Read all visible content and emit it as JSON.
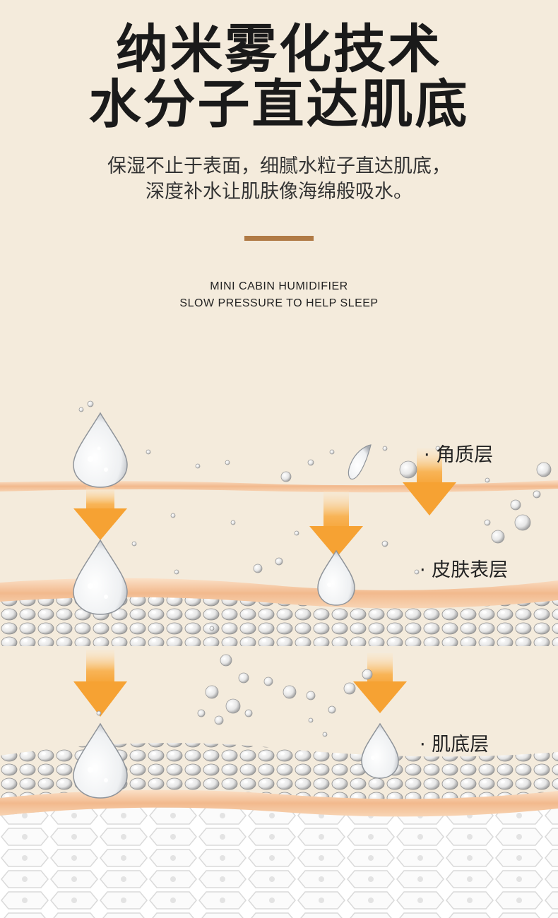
{
  "headline": {
    "line1": "纳米雾化技术",
    "line2": "水分子直达肌底"
  },
  "subtitle": {
    "line1": "保湿不止于表面，细腻水粒子直达肌底，",
    "line2": "深度补水让肌肤像海绵般吸水。"
  },
  "english": {
    "line1": "MINI CABIN HUMIDIFIER",
    "line2": "SLOW PRESSURE TO HELP SLEEP"
  },
  "layers": {
    "top": "· 角质层",
    "middle": "· 皮肤表层",
    "bottom": "· 肌底层"
  },
  "colors": {
    "background": "#f4ebdc",
    "accent": "#b07a45",
    "skin_band": "#f2b98d",
    "arrow": "#f6a233"
  }
}
